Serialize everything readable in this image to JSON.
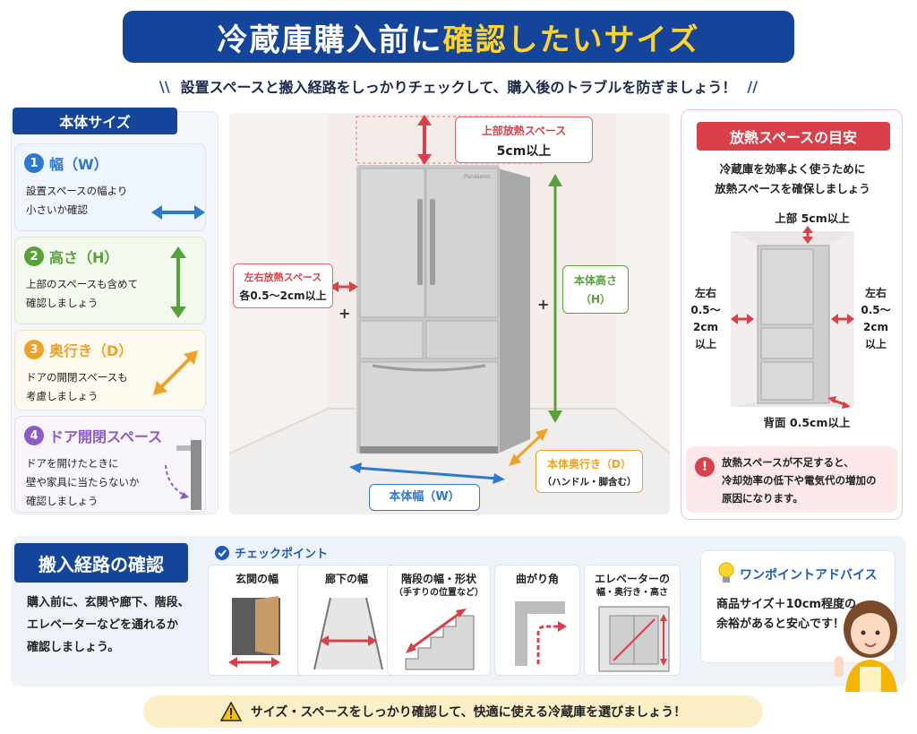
{
  "header": {
    "title_part1": "冷蔵庫購入前に",
    "title_part2": "確認したいサイズ",
    "subtitle": "設置スペースと搬入経路をしっかりチェックして、購入後のトラブルを防ぎましょう！",
    "slash_left": "\\\\",
    "slash_right": "//"
  },
  "left": {
    "title": "本体サイズ",
    "cards": [
      {
        "num": "1",
        "title": "幅（W）",
        "line1": "設置スペースの幅より",
        "line2": "小さいか確認",
        "color": "#2f78d0"
      },
      {
        "num": "2",
        "title": "高さ（H）",
        "line1": "上部のスペースも含めて",
        "line2": "確認しましょう",
        "color": "#58a23a"
      },
      {
        "num": "3",
        "title": "奥行き（D）",
        "line1": "ドアの開閉スペースも",
        "line2": "考慮しましょう",
        "color": "#f0a226"
      },
      {
        "num": "4",
        "title": "ドア開閉スペース",
        "line1": "ドアを開けたときに",
        "line2": "壁や家具に当たらないか",
        "line3": "確認しましょう",
        "color": "#8a5cc4"
      }
    ]
  },
  "center": {
    "top_space_line1": "上部放熱スペース",
    "top_space_line2": "5cm以上",
    "side_space_line1": "左右放熱スペース",
    "side_space_line2": "各0.5～2cm以上",
    "height_line1": "本体高さ",
    "height_line2": "（H）",
    "depth_line1": "本体奥行き（D）",
    "depth_line2": "（ハンドル・脚含む）",
    "width_label": "本体幅（W）",
    "plus": "+",
    "brand": "Panasonic"
  },
  "right": {
    "title": "放熱スペースの目安",
    "desc_line1": "冷蔵庫を効率よく使うために",
    "desc_line2": "放熱スペースを確保しましょう",
    "top_label": "上部  5cm以上",
    "left_label": [
      "左右",
      "0.5～",
      "2cm",
      "以上"
    ],
    "right_label": [
      "左右",
      "0.5～",
      "2cm",
      "以上"
    ],
    "back_label": "背面  0.5cm以上",
    "warn_icon": "!",
    "warn_line1": "放熱スペースが不足すると、",
    "warn_line2": "冷却効率の低下や電気代の増加の",
    "warn_line3": "原因になります。"
  },
  "route": {
    "title": "搬入経路の確認",
    "line1": "購入前に、玄関や廊下、階段、",
    "line2": "エレベーターなどを通れるか",
    "line3": "確認しましょう。",
    "check_title": "チェックポイント",
    "items": [
      {
        "label": "玄関の幅",
        "sub": ""
      },
      {
        "label": "廊下の幅",
        "sub": ""
      },
      {
        "label": "階段の幅・形状",
        "sub": "（手すりの位置など）"
      },
      {
        "label": "曲がり角",
        "sub": ""
      },
      {
        "label": "エレベーターの",
        "sub": "幅・奥行き・高さ"
      }
    ]
  },
  "advice": {
    "title": "ワンポイントアドバイス",
    "line1": "商品サイズ＋10cm程度の",
    "line2": "余裕があると安心です！"
  },
  "footer": {
    "text": "サイズ・スペースをしっかり確認して、快適に使える冷蔵庫を選びましょう！",
    "icon": "!"
  }
}
